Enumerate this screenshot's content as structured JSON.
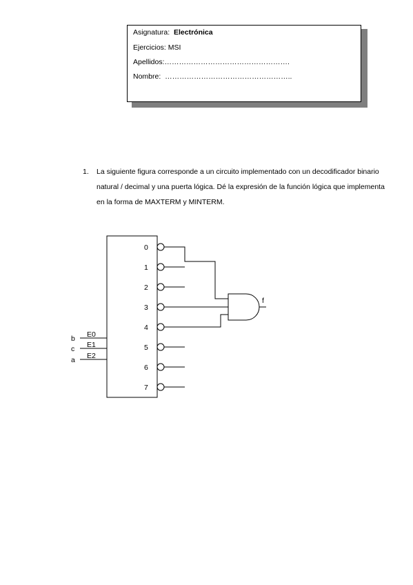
{
  "header": {
    "asignatura_label": "Asignatura:",
    "asignatura_value": "Electrónica",
    "ejercicios": "Ejercicios: MSI",
    "apellidos": "Apellidos:…………………………………………….",
    "nombre": "Nombre:  …………………………………………….."
  },
  "question": {
    "number": "1.",
    "text": "La siguiente figura corresponde a un circuito implementado con un decodificador binario natural / decimal y una puerta lógica. Dé la expresión de la función lógica que implementa en la forma de MAXTERM y MINTERM."
  },
  "circuit": {
    "inputs": [
      {
        "var": "b",
        "pin": "E0"
      },
      {
        "var": "c",
        "pin": "E1"
      },
      {
        "var": "a",
        "pin": "E2"
      }
    ],
    "outputs": [
      "0",
      "1",
      "2",
      "3",
      "4",
      "5",
      "6",
      "7"
    ],
    "gate_output": "f",
    "gate_inputs_from_outputs": [
      "0",
      "3",
      "4"
    ]
  }
}
